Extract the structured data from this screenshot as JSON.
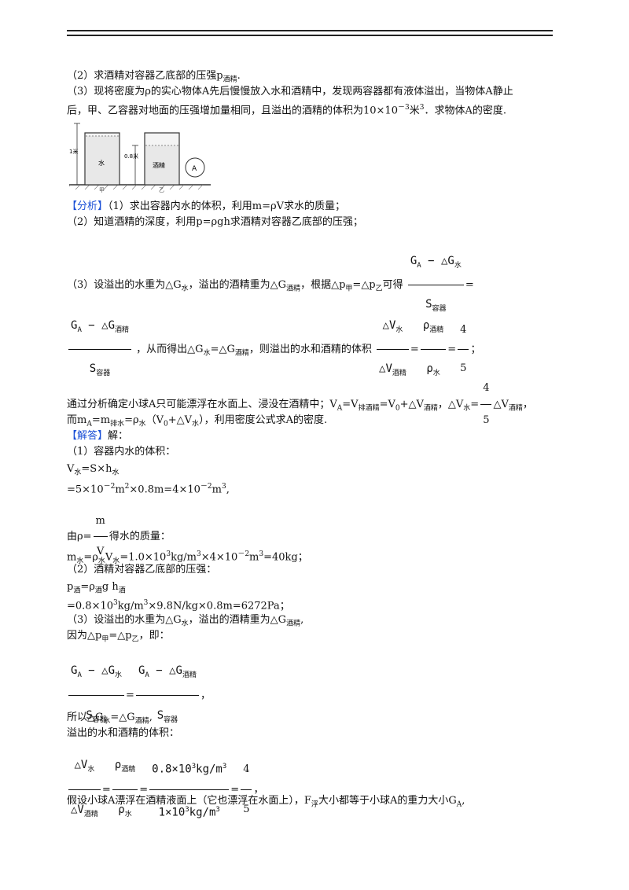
{
  "page": {
    "q2": "（2）求酒精对容器乙底部的压强p",
    "q2_sub": "酒精",
    "q2_end": ".",
    "q3_line1": "（3）现将密度为ρ的实心物体A先后慢慢放入水和酒精中，发现两容器都有液体溢出，当物体A静止",
    "q3_line2a": "后，甲、乙容器对地面的压强增加量相同，且溢出的酒精的体积为10×10",
    "q3_line2_exp": "－3",
    "q3_line2b": "米",
    "q3_line2_exp2": "3",
    "q3_line2c": "．求物体A的密度.",
    "figure": {
      "label_1m": "1米",
      "label_08m": "0.8米",
      "water": "水",
      "alcohol": "酒精",
      "ball": "A",
      "jia": "甲",
      "yi": "乙"
    },
    "analysis_tag": "【分析】",
    "a1": "（1）求出容器内水的体积，利用m=ρV求水的质量；",
    "a2": "（2）知道酒精的深度，利用p=ρgh求酒精对容器乙底部的压强；",
    "a3_pre": "（3）设溢出的水重为△G",
    "a3_sub1": "水",
    "a3_mid": "，溢出的酒精重为△G",
    "a3_sub2": "酒精",
    "a3_mid2": "，根据△p",
    "a3_sub3": "甲",
    "a3_mid3": "=△p",
    "a3_sub4": "乙",
    "a3_end": "可得",
    "f_ga_dg_water": "G",
    "f_A": "A",
    "f_minus_dg": " − △G",
    "f_water": "水",
    "f_s": "S",
    "f_container": "容器",
    "f_alcohol": "酒精",
    "eq": "=",
    "a4_mid": "，从而得出△G",
    "a4_sub1": "水",
    "a4_eq": "=△G",
    "a4_sub2": "酒精",
    "a4_mid2": "，则溢出的水和酒精的体积",
    "f_dv": "△V",
    "f_rho": "ρ",
    "f_4": "4",
    "f_5": "5",
    "semicolon": "；",
    "a5_pre": "通过分析确定小球A只可能漂浮在水面上、浸没在酒精中；V",
    "a5_subA": "A",
    "a5_eq": "=V",
    "a5_sub_pai": "排酒精",
    "a5_mid": "=V",
    "a5_sub0": "0",
    "a5_mid2": "+△V",
    "a5_sub_al": "酒精",
    "a5_mid3": "，△V",
    "a5_sub_w": "水",
    "a5_mid4": "=",
    "a5_mid5": "△V",
    "a5_sub_al2": "酒精",
    "a5_end": "，",
    "a6_pre": "而m",
    "a6_subA": "A",
    "a6_eq": "=m",
    "a6_sub_pai": "排水",
    "a6_mid": "=ρ",
    "a6_sub_w": "水",
    "a6_mid2": "（V",
    "a6_sub0": "0",
    "a6_mid3": "+△V",
    "a6_sub_w2": "水",
    "a6_end": "），利用密度公式求A的密度.",
    "answer_tag": "【解答】",
    "answer_after": "解：",
    "s1": "（1）容器内水的体积：",
    "s2a": "V",
    "s2_sub1": "水",
    "s2b": "=S×h",
    "s2_sub2": "水",
    "s3": "=5×10",
    "s3_e1": "－2",
    "s3b": "m",
    "s3_e2": "2",
    "s3c": "×0.8m=4×10",
    "s3_e3": "－2",
    "s3d": "m",
    "s3_e4": "3",
    "s3e": ",",
    "s4_pre": "由ρ=",
    "s4_m": "m",
    "s4_v": "V",
    "s4_end": "得水的质量：",
    "s5a": "m",
    "s5_sub1": "水",
    "s5b": "=ρ",
    "s5_sub2": "水",
    "s5c": "V",
    "s5_sub3": "水",
    "s5d": "=1.0×10",
    "s5_e1": "3",
    "s5e": "kg/m",
    "s5_e2": "3",
    "s5f": "×4×10",
    "s5_e3": "－2",
    "s5g": "m",
    "s5_e4": "3",
    "s5h": "=40kg；",
    "s6": "（2）酒精对容器乙底部的压强：",
    "s7a": "p",
    "s7_sub1": "酒",
    "s7b": "=ρ",
    "s7_sub2": "酒",
    "s7c": "g h",
    "s7_sub3": "酒",
    "s8a": "=0.8×10",
    "s8_e1": "3",
    "s8b": "kg/m",
    "s8_e2": "3",
    "s8c": "×9.8N/kg×0.8m=6272Pa；",
    "s9a": "（3）设溢出的水重为△G",
    "s9_sub1": "水",
    "s9b": "，溢出的酒精重为△G",
    "s9_sub2": "酒精",
    "s9c": ",",
    "s10a": "因为△p",
    "s10_sub1": "甲",
    "s10b": "=△p",
    "s10_sub2": "乙",
    "s10c": "，即：",
    "comma": "，",
    "s11a": "所以△G",
    "s11_sub1": "水",
    "s11b": "=△G",
    "s11_sub2": "酒精",
    "s11c": ",",
    "s12": "溢出的水和酒精的体积：",
    "f_08": "0.8×10",
    "f_kg": "kg/m",
    "f_1": "1×10",
    "f_3": "3",
    "s13a": "假设小球A漂浮在酒精液面上（它也漂浮在水面上），F",
    "s13_sub": "浮",
    "s13b": "大小都等于小球A的重力大小G",
    "s13_subA": "A",
    "s13c": ","
  }
}
